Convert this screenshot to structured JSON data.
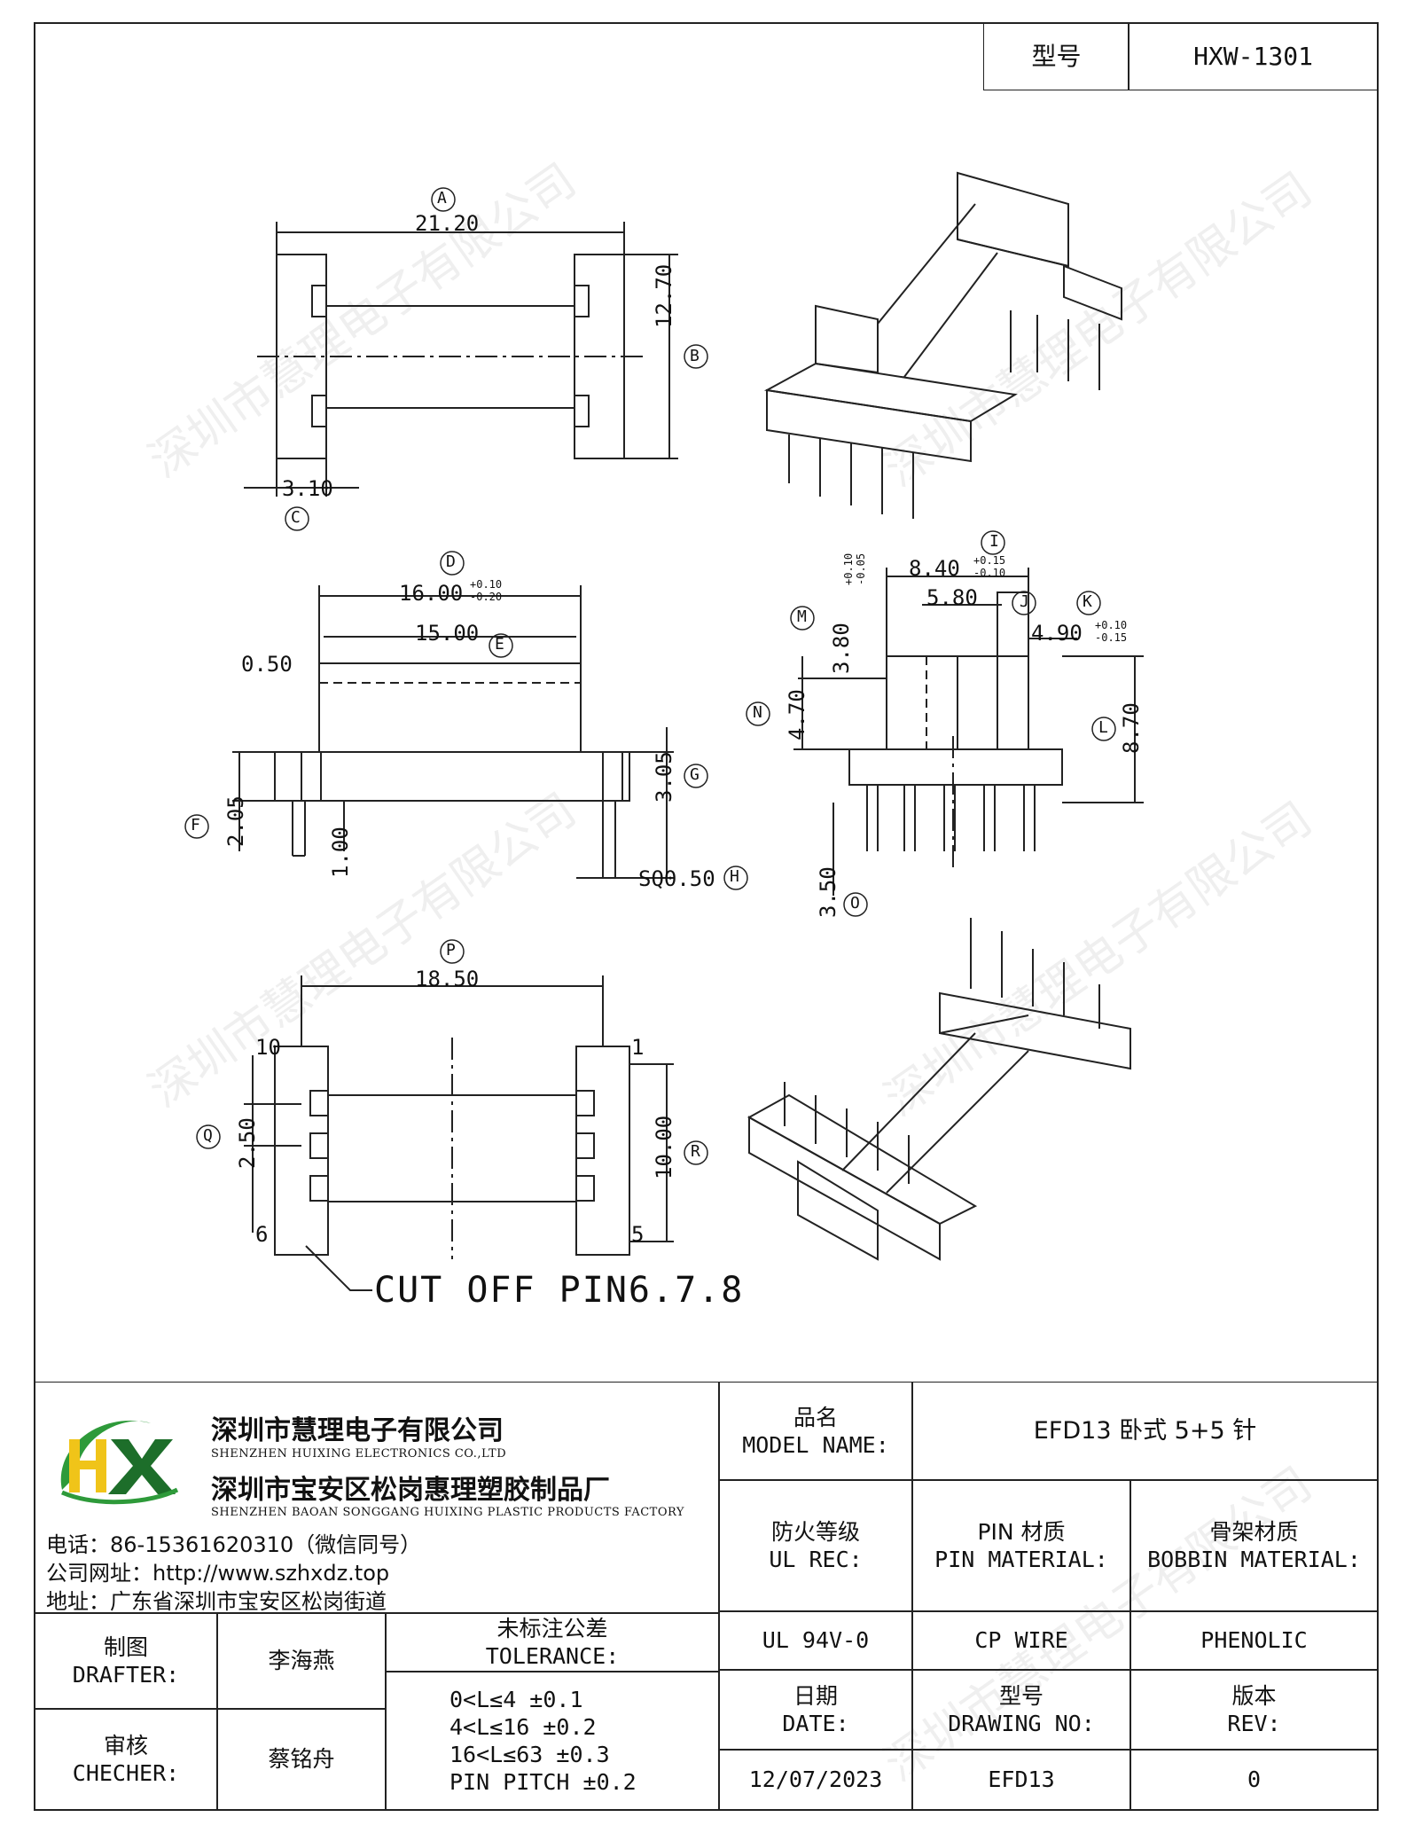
{
  "header": {
    "model_label": "型号",
    "model_value": "HXW-1301"
  },
  "dimensions": {
    "A": {
      "letter": "A",
      "value": "21.20"
    },
    "B": {
      "letter": "B",
      "value": "12.70"
    },
    "C": {
      "letter": "C",
      "value": "3.10"
    },
    "D": {
      "letter": "D",
      "value": "16.00",
      "tol_plus": "+0.10",
      "tol_minus": "-0.20"
    },
    "E": {
      "letter": "E",
      "value": "15.00"
    },
    "F": {
      "letter": "F",
      "value": "2.05"
    },
    "G": {
      "letter": "G",
      "value": "3.05"
    },
    "H": {
      "letter": "H",
      "value": "SQ0.50"
    },
    "I": {
      "letter": "I",
      "value": "8.40",
      "tol_plus": "+0.15",
      "tol_minus": "-0.10"
    },
    "J": {
      "letter": "J",
      "value": "5.80"
    },
    "K": {
      "letter": "K",
      "value": "4.90",
      "tol_plus": "+0.10",
      "tol_minus": "-0.15"
    },
    "L": {
      "letter": "L",
      "value": "8.70"
    },
    "M": {
      "letter": "M",
      "value": "3.80",
      "tol_plus": "+0.10",
      "tol_minus": "-0.05"
    },
    "N": {
      "letter": "N",
      "value": "4.70"
    },
    "O": {
      "letter": "O",
      "value": "3.50"
    },
    "P": {
      "letter": "P",
      "value": "18.50"
    },
    "Q": {
      "letter": "Q",
      "value": "2.50"
    },
    "R": {
      "letter": "R",
      "value": "10.00"
    },
    "pin_dim": "1.00",
    "small_dim": "0.50"
  },
  "pin_labels": {
    "p10": "10",
    "p6": "6",
    "p1": "1",
    "p5": "5"
  },
  "cut_off_note": "CUT OFF PIN6.7.8",
  "watermark": "深圳市慧理电子有限公司",
  "company": {
    "name_cn": "深圳市慧理电子有限公司",
    "name_en": "SHENZHEN HUIXING ELECTRONICS CO.,LTD",
    "factory_cn": "深圳市宝安区松岗惠理塑胶制品厂",
    "factory_en": "SHENZHEN BAOAN SONGGANG HUIXING PLASTIC PRODUCTS FACTORY",
    "phone": "电话：86-15361620310（微信同号）",
    "website": "公司网址：http://www.szhxdz.top",
    "address": "地址：广东省深圳市宝安区松岗街道",
    "logo_text": "HX",
    "logo_colors": {
      "green": "#2e9a3a",
      "yellow": "#f0c419",
      "dark_green": "#1d6e2a"
    }
  },
  "title_block": {
    "model_name_cn": "品名",
    "model_name_en": "MODEL NAME:",
    "model_name_value": "EFD13 卧式 5+5 针",
    "ul_rec_cn": "防火等级",
    "ul_rec_en": "UL REC:",
    "pin_material_cn": "PIN 材质",
    "pin_material_en": "PIN MATERIAL:",
    "bobbin_material_cn": "骨架材质",
    "bobbin_material_en": "BOBBIN MATERIAL:",
    "ul_rec_value": "UL 94V-0",
    "pin_material_value": "CP WIRE",
    "bobbin_material_value": "PHENOLIC",
    "date_cn": "日期",
    "date_en": "DATE:",
    "drawing_no_cn": "型号",
    "drawing_no_en": "DRAWING NO:",
    "rev_cn": "版本",
    "rev_en": "REV:",
    "date_value": "12/07/2023",
    "drawing_no_value": "EFD13",
    "rev_value": "0",
    "drafter_cn": "制图",
    "drafter_en": "DRAFTER:",
    "drafter_value": "李海燕",
    "checker_cn": "审核",
    "checker_en": "CHECHER:",
    "checker_value": "蔡铭舟",
    "tolerance_cn": "未标注公差",
    "tolerance_en": "TOLERANCE:",
    "tolerance_lines": [
      "0<L≤4  ±0.1",
      "4<L≤16 ±0.2",
      "16<L≤63 ±0.3",
      "PIN PITCH ±0.2"
    ]
  }
}
